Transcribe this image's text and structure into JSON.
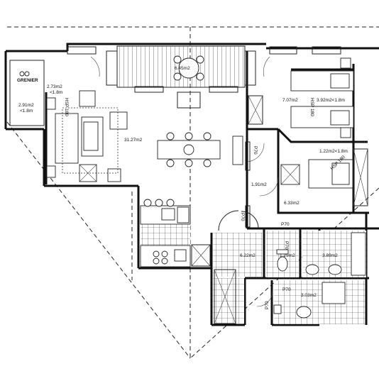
{
  "rooms": {
    "grenier": "GRENIER",
    "area_273": "2.73m2",
    "area_273_sub": "<1.8m",
    "area_291": "2.91m2",
    "area_291_sub": "<1.8m",
    "balcony": "6.45m2",
    "living": "31.27m2",
    "bedroom1": "7.07m2",
    "bedroom1_b": "3.92m2<1.8m",
    "bedroom2": "1.22m2<1.8m",
    "bedroom2_b": "6.33m2",
    "hall": "1.91m2",
    "entry": "6.22m2",
    "wc": "1.29m2",
    "bath1": "3.89m2",
    "bath2": "3.03m2"
  },
  "annotations": {
    "hsp1": "HSP 180",
    "hsp2": "HSP 180",
    "hsp3": "HSP 180",
    "p70_1": "P70",
    "p70_2": "P70",
    "p70_3": "P70",
    "p70_4": "P70",
    "p70_5": "P70",
    "p70_6": "P70"
  }
}
